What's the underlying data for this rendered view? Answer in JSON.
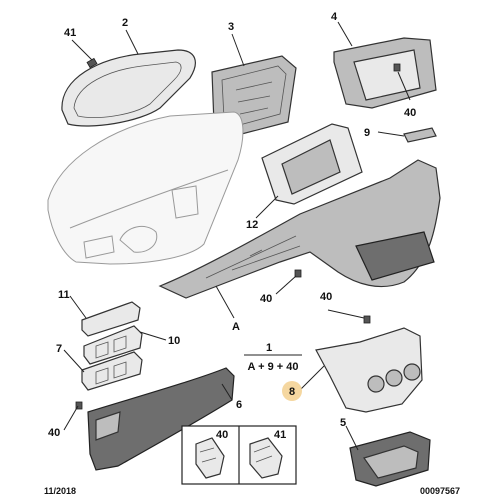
{
  "diagram": {
    "callouts": {
      "c41_top": "41",
      "c2": "2",
      "c3": "3",
      "c4": "4",
      "c40_frame": "40",
      "c9": "9",
      "c12": "12",
      "c40_mid": "40",
      "c40_right": "40",
      "cA": "A",
      "c11": "11",
      "c10": "10",
      "c7": "7",
      "c6": "6",
      "c40_left": "40",
      "c1": "1",
      "formula": "A + 9 + 40",
      "c8": "8",
      "c5": "5",
      "inset_left": "40",
      "inset_right": "41"
    },
    "highlight_color": "#f5d7a0",
    "footer": {
      "date": "11/2018",
      "reference": "00097567"
    }
  }
}
